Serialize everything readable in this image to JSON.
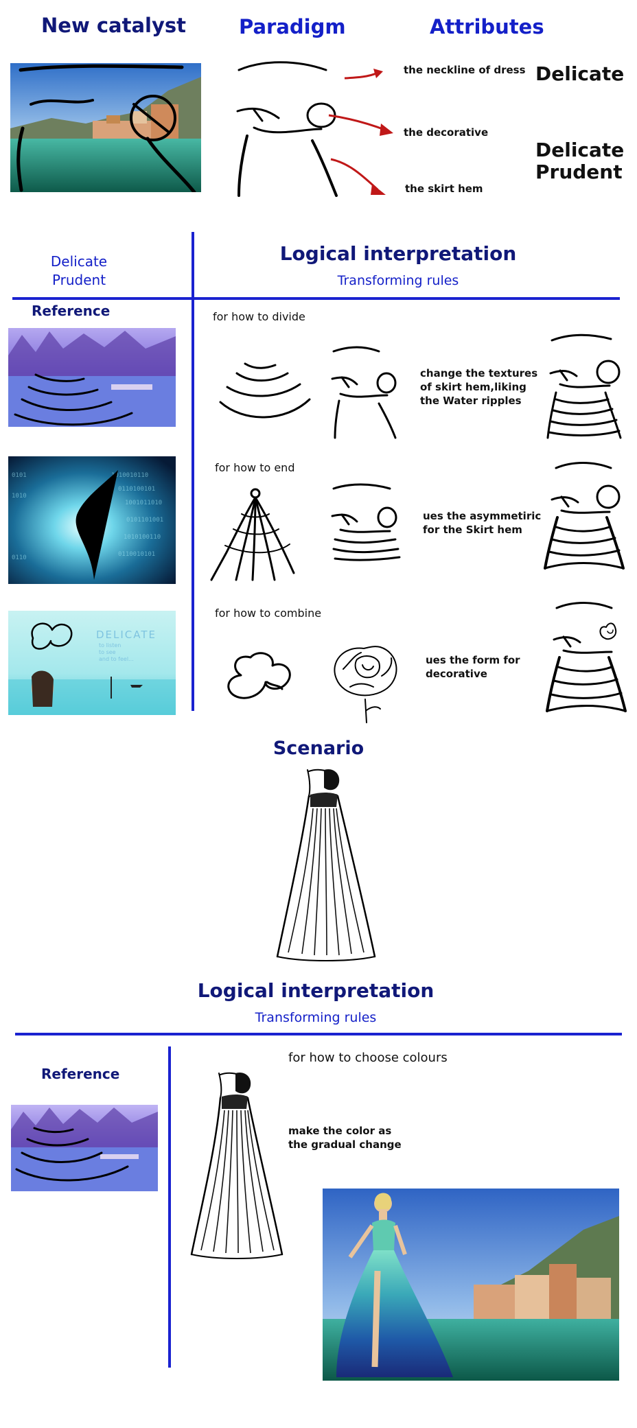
{
  "header": {
    "new_catalyst": "New catalyst",
    "paradigm": "Paradigm",
    "attributes": "Attributes"
  },
  "paradigm_labels": [
    "the neckline of dress",
    "the decorative",
    "the skirt hem"
  ],
  "attribute_values": {
    "first": "Delicate",
    "second_line1": "Delicate",
    "second_line2": "Prudent"
  },
  "section1": {
    "left_line1": "Delicate",
    "left_line2": "Prudent",
    "title": "Logical interpretation",
    "subtitle": "Transforming rules",
    "reference": "Reference"
  },
  "rules": [
    {
      "heading": "for how to divide",
      "desc": [
        "change the textures",
        "of skirt hem,liking",
        "the Water ripples"
      ]
    },
    {
      "heading": "for how to end",
      "desc": [
        "ues the asymmetiric",
        "for the Skirt hem"
      ]
    },
    {
      "heading": "for how to combine",
      "desc": [
        "ues the form for",
        "decorative"
      ]
    }
  ],
  "reference_image3": {
    "word": "DELICATE",
    "lines": [
      "to listen",
      "to see",
      "and to feel..."
    ]
  },
  "scenario": {
    "title": "Scenario"
  },
  "section2": {
    "title": "Logical interpretation",
    "subtitle": "Transforming rules",
    "reference": "Reference",
    "heading": "for how to choose colours",
    "desc": [
      "make the  color as",
      "the gradual change"
    ]
  },
  "colors": {
    "navy": "#101878",
    "blue": "#1420c8",
    "rule_line": "#1a22d0",
    "arrow": "#c01818"
  }
}
